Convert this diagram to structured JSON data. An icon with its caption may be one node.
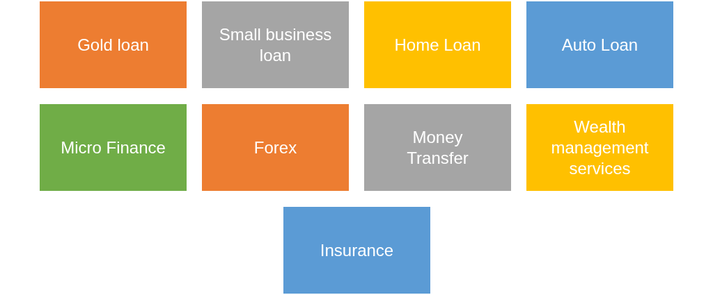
{
  "diagram": {
    "nodes": [
      {
        "text": [
          "Gold loan"
        ]
      },
      {
        "text": [
          "Small business loan"
        ]
      },
      {
        "text": [
          "Home Loan"
        ]
      },
      {
        "text": [
          "Auto Loan"
        ]
      },
      {
        "text": [
          "Micro Finance"
        ]
      },
      {
        "text": [
          "Forex"
        ]
      },
      {
        "text": [
          "Money Transfer"
        ]
      },
      {
        "text": [
          "Wealth management services"
        ]
      },
      {
        "text": [
          "Insurance"
        ]
      }
    ]
  }
}
